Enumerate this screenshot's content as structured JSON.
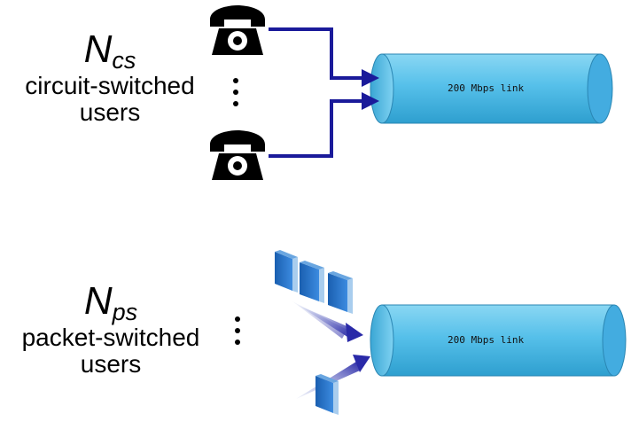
{
  "circuit": {
    "symbol": "N",
    "subscript": "cs",
    "line1": "circuit-switched",
    "line2": "users",
    "link_label": "200 Mbps link"
  },
  "packet": {
    "symbol": "N",
    "subscript": "ps",
    "line1": "packet-switched",
    "line2": "users",
    "link_label": "200 Mbps link"
  },
  "colors": {
    "pipe": "#5ec4ea",
    "pipe_end": "#4aaed8",
    "arrow": "#1a1a9a",
    "packet_blue": "#1f6fc0"
  },
  "icons": [
    "telephone-icon",
    "packet-icon"
  ]
}
